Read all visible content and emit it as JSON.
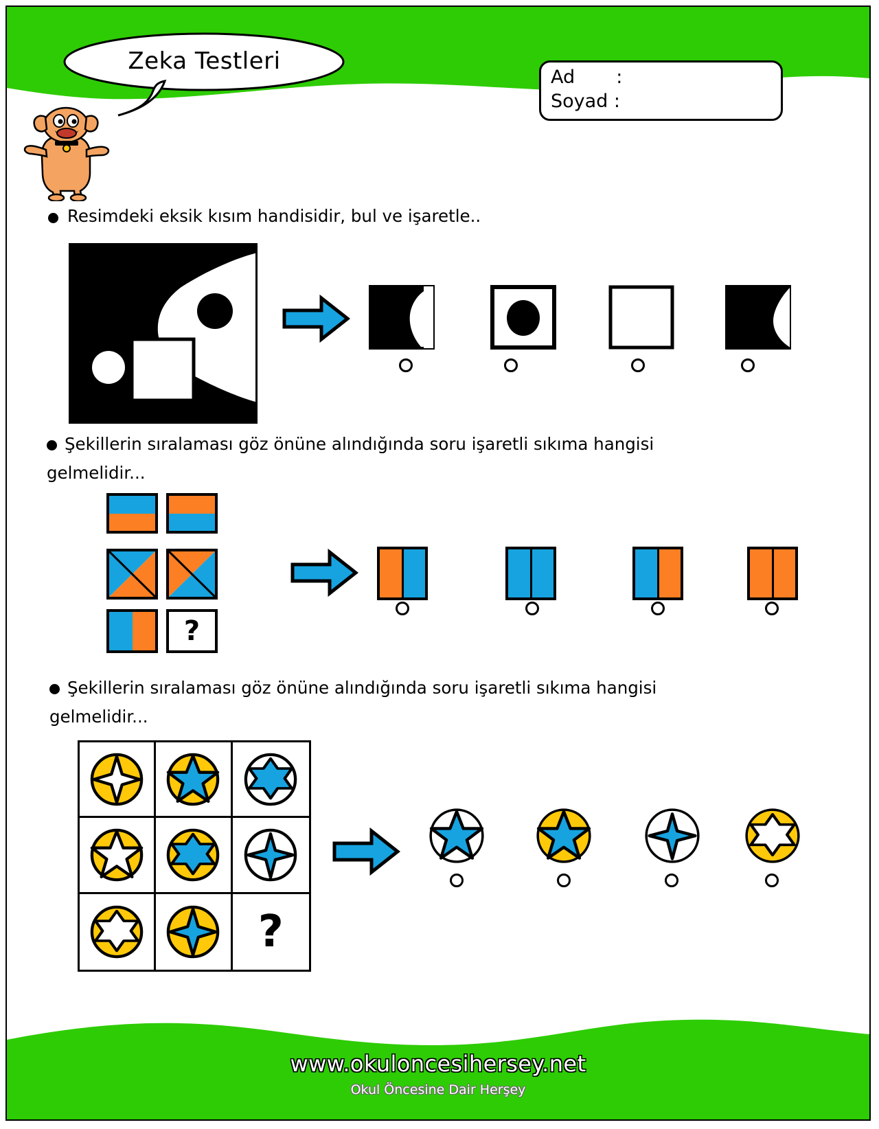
{
  "colors": {
    "green": "#2ecc04",
    "blue": "#17a3e0",
    "orange": "#fc7f23",
    "yellow": "#ffc909",
    "black": "#000000",
    "white": "#ffffff"
  },
  "header": {
    "title": "Zeka Testleri",
    "name_label": "Ad       :",
    "surname_label": "Soyad :",
    "mascot": "dog-mascot"
  },
  "questions": [
    {
      "id": "q1",
      "bullet": "●",
      "text": "Resimdeki eksik kısım handisidir, bul ve işaretle..",
      "prompt_image": "black-white-shape-with-missing-square",
      "options": [
        {
          "label": "option-1",
          "kind": "black-with-white-curve"
        },
        {
          "label": "option-2",
          "kind": "white-with-black-circle"
        },
        {
          "label": "option-3",
          "kind": "all-white"
        },
        {
          "label": "option-4",
          "kind": "black-with-white-lens"
        }
      ]
    },
    {
      "id": "q2",
      "bullet": "●",
      "text_line1": "Şekillerin sıralaması göz önüne alındığında soru işaretli sıkıma hangisi",
      "text_line2": "gelmelidir...",
      "question_mark": "?",
      "grid": [
        [
          {
            "split": "horizontal",
            "a": "blue",
            "b": "orange"
          },
          {
            "split": "horizontal",
            "a": "orange",
            "b": "blue"
          }
        ],
        [
          {
            "split": "diagonal",
            "a": "blue",
            "b": "orange"
          },
          {
            "split": "diagonal",
            "a": "orange",
            "b": "blue"
          }
        ],
        [
          {
            "split": "vertical",
            "a": "blue",
            "b": "orange"
          },
          {
            "split": "question",
            "a": "",
            "b": ""
          }
        ]
      ],
      "options": [
        {
          "label": "option-1",
          "left": "orange",
          "right": "blue"
        },
        {
          "label": "option-2",
          "left": "blue",
          "right": "blue"
        },
        {
          "label": "option-3",
          "left": "blue",
          "right": "orange"
        },
        {
          "label": "option-4",
          "left": "orange",
          "right": "orange"
        }
      ]
    },
    {
      "id": "q3",
      "bullet": "●",
      "text_line1": "Şekillerin sıralaması göz önüne alındığında soru işaretli sıkıma hangisi",
      "text_line2": "gelmelidir...",
      "question_mark": "?",
      "grid": [
        [
          {
            "circle": "yellow",
            "star": "white",
            "points": 4
          },
          {
            "circle": "yellow",
            "star": "blue",
            "points": 5
          },
          {
            "circle": "white",
            "star": "blue",
            "points": 6
          }
        ],
        [
          {
            "circle": "yellow",
            "star": "white",
            "points": 5
          },
          {
            "circle": "yellow",
            "star": "blue",
            "points": 6
          },
          {
            "circle": "white",
            "star": "blue",
            "points": 4
          }
        ],
        [
          {
            "circle": "yellow",
            "star": "white",
            "points": 6
          },
          {
            "circle": "yellow",
            "star": "blue",
            "points": 4
          },
          {
            "circle": "question",
            "star": "",
            "points": 0
          }
        ]
      ],
      "options": [
        {
          "label": "option-1",
          "circle": "white",
          "star": "blue",
          "points": 5
        },
        {
          "label": "option-2",
          "circle": "yellow",
          "star": "blue",
          "points": 5
        },
        {
          "label": "option-3",
          "circle": "white",
          "star": "blue",
          "points": 4
        },
        {
          "label": "option-4",
          "circle": "yellow",
          "star": "white",
          "points": 6
        }
      ]
    }
  ],
  "footer": {
    "site": "www.okuloncesihersey.net",
    "tagline": "Okul Öncesine Dair Herşey"
  }
}
